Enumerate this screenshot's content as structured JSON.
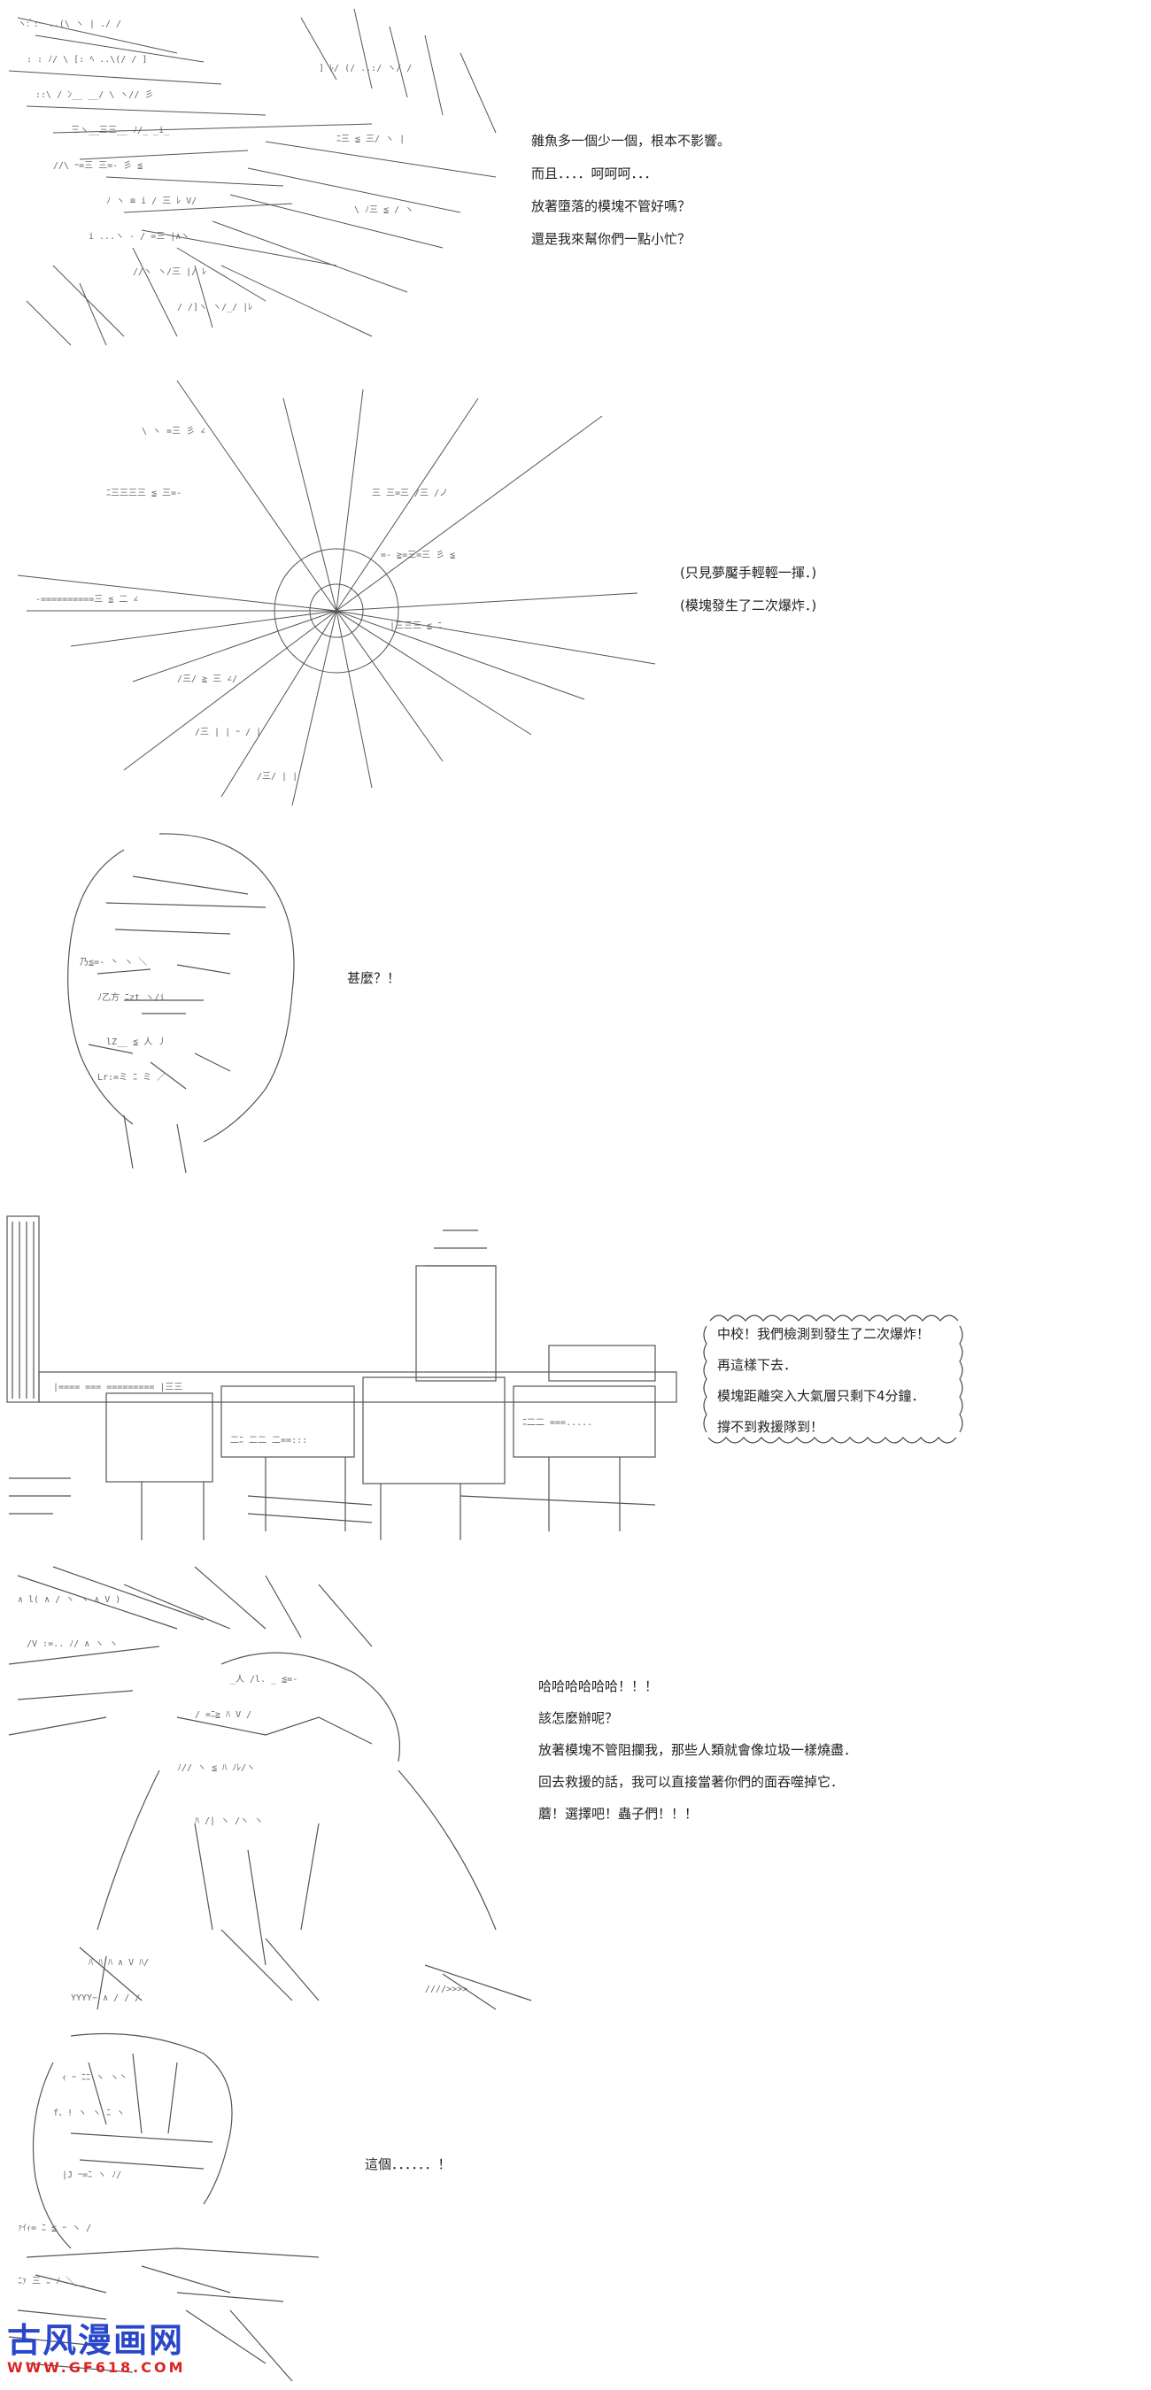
{
  "panels": [
    {
      "id": "panel-1",
      "art": "ascii-art-explosion-figure",
      "lines": [
        "雜魚多一個少一個，根本不影響。",
        "而且．．．．呵呵呵．．．",
        "放著墮落的模塊不管好嗎？",
        "還是我來幫你們一點小忙？"
      ]
    },
    {
      "id": "panel-2",
      "art": "ascii-art-explosion-burst",
      "lines": [
        "(只見夢魘手輕輕一揮．)",
        "(模塊發生了二次爆炸．)"
      ]
    },
    {
      "id": "panel-3",
      "art": "ascii-art-shocked-face",
      "lines": [
        "甚麼？！"
      ]
    },
    {
      "id": "panel-4",
      "art": "ascii-art-space-station-module",
      "bubble_lines": [
        "中校！我們檢測到發生了二次爆炸！",
        "再這樣下去．",
        "模塊距離突入大氣層只剩下4分鐘．",
        "撐不到救援隊到！"
      ]
    },
    {
      "id": "panel-5",
      "art": "ascii-art-villain-laughing",
      "lines": [
        "哈哈哈哈哈哈！！！",
        "該怎麼辦呢？",
        "放著模塊不管阻攔我，那些人類就會像垃圾一樣燒盡．",
        "回去救援的話，我可以直接當著你們的面吞噬掉它．",
        "蘑！選擇吧！蟲子們！！！"
      ]
    },
    {
      "id": "panel-6",
      "art": "ascii-art-distressed-girl",
      "lines": [
        "這個．．．．．．！"
      ]
    }
  ],
  "watermark": {
    "name": "古风漫画网",
    "url": "WWW.GF618.COM"
  }
}
